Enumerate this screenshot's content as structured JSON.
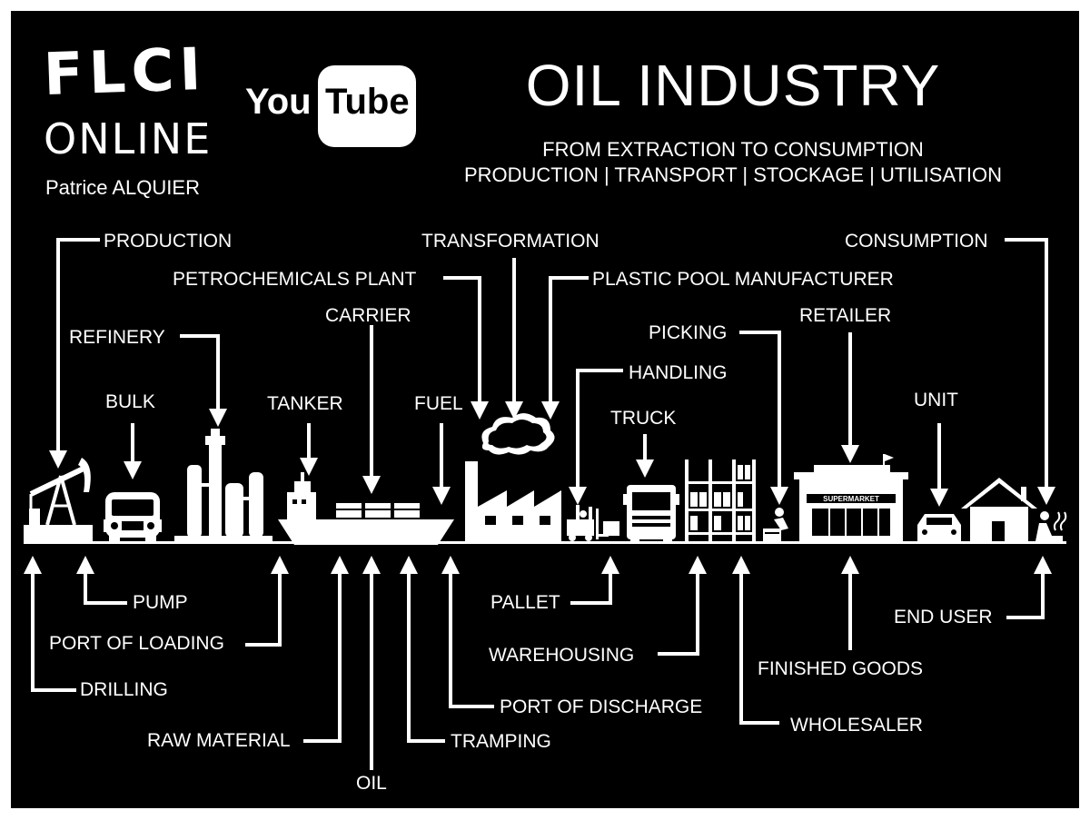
{
  "header": {
    "logo_text": "FLCI",
    "logo_subtext": "ONLINE",
    "author": "Patrice ALQUIER",
    "youtube_you": "You",
    "youtube_tube": "Tube",
    "title": "OIL INDUSTRY",
    "subtitle_1": "FROM EXTRACTION TO CONSUMPTION",
    "subtitle_2": "PRODUCTION | TRANSPORT | STOCKAGE | UTILISATION"
  },
  "labels_top": {
    "production": "PRODUCTION",
    "refinery": "REFINERY",
    "bulk": "BULK",
    "tanker": "TANKER",
    "carrier": "CARRIER",
    "petrochemicals_plant": "PETROCHEMICALS PLANT",
    "transformation": "TRANSFORMATION",
    "plastic_pool_manufacturer": "PLASTIC POOL MANUFACTURER",
    "fuel": "FUEL",
    "handling": "HANDLING",
    "truck": "TRUCK",
    "picking": "PICKING",
    "retailer": "RETAILER",
    "unit": "UNIT",
    "consumption": "CONSUMPTION"
  },
  "labels_bottom": {
    "pump": "PUMP",
    "port_of_loading": "PORT OF LOADING",
    "drilling": "DRILLING",
    "raw_material": "RAW MATERIAL",
    "oil": "OIL",
    "tramping": "TRAMPING",
    "port_of_discharge": "PORT OF DISCHARGE",
    "pallet": "PALLET",
    "warehousing": "WAREHOUSING",
    "wholesaler": "WHOLESALER",
    "finished_goods": "FINISHED GOODS",
    "end_user": "END USER"
  },
  "icons": {
    "supermarket_sign": "SUPERMARKET"
  },
  "colors": {
    "background": "#000000",
    "foreground": "#ffffff"
  }
}
